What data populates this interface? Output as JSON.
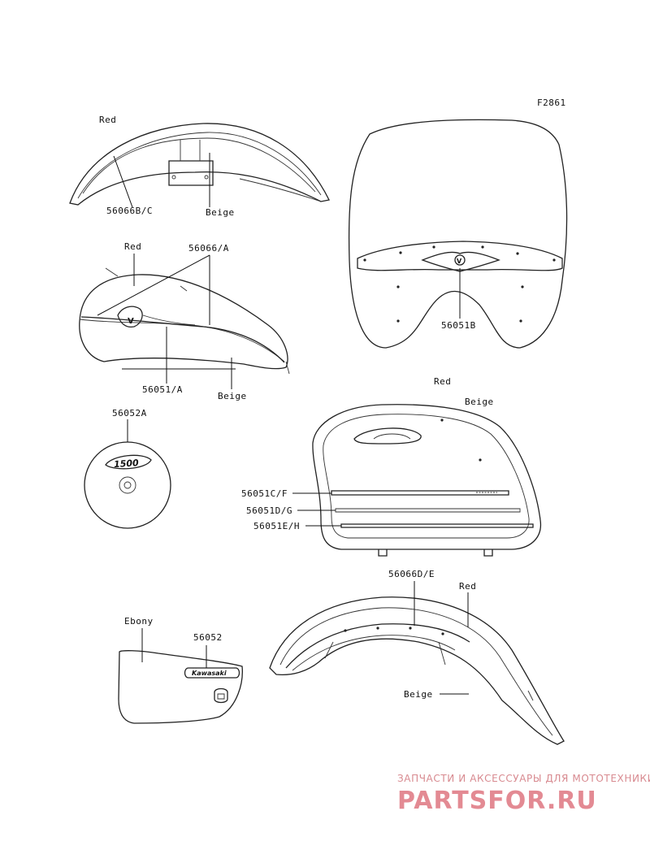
{
  "figure_code": "F2861",
  "labels": {
    "l01": "Red",
    "l02": "56066B/C",
    "l03": "Beige",
    "l04": "Red",
    "l05": "56066/A",
    "l06": "56051/A",
    "l07": "Beige",
    "l08": "56051B",
    "l09": "Red",
    "l10": "Beige",
    "l11": "56052A",
    "l12": "56051C/F",
    "l13": "56051D/G",
    "l14": "56051E/H",
    "l15": "56066D/E",
    "l16": "Red",
    "l17": "Beige",
    "l18": "Ebony",
    "l19": "56052"
  },
  "emblem": {
    "tank_badge_letter": "V",
    "windshield_badge_letter": "V",
    "side_cover_text": "1500",
    "side_cover_brand": "Kawasaki"
  },
  "watermark": {
    "tagline": "ЗАПЧАСТИ И АКСЕССУАРЫ ДЛЯ МОТОТЕХНИКИ",
    "logo": "PARTSFOR.RU"
  }
}
